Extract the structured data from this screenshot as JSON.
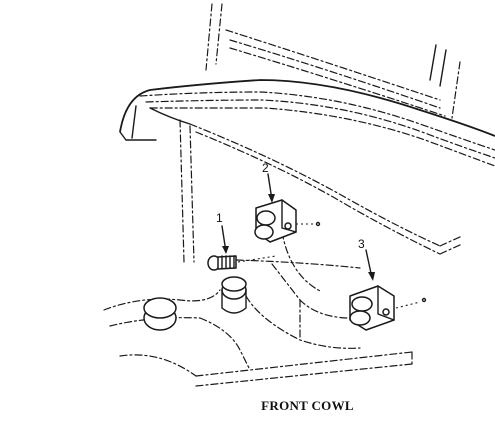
{
  "figure": {
    "caption": "FRONT COWL",
    "callouts": [
      "1",
      "2",
      "3"
    ]
  }
}
